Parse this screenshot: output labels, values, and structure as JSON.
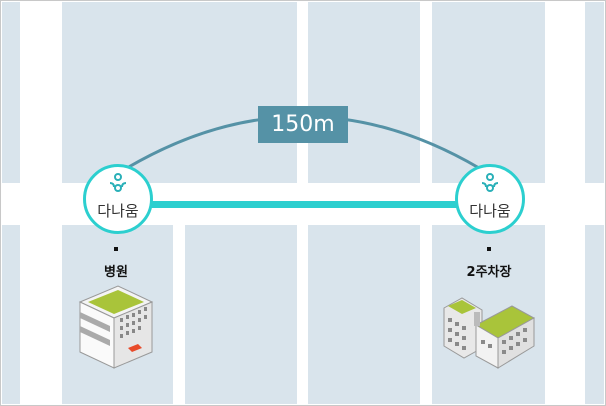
{
  "distance_label": "150m",
  "nodes": [
    {
      "name": "다나움",
      "place": "병원"
    },
    {
      "name": "다나움",
      "place": "2주차장"
    }
  ],
  "colors": {
    "block": "#d9e4ec",
    "road": "#ffffff",
    "connector": "#2ccfcf",
    "arc": "#5592a6",
    "label_bg": "#5592a6",
    "roof": "#a9c43a"
  }
}
